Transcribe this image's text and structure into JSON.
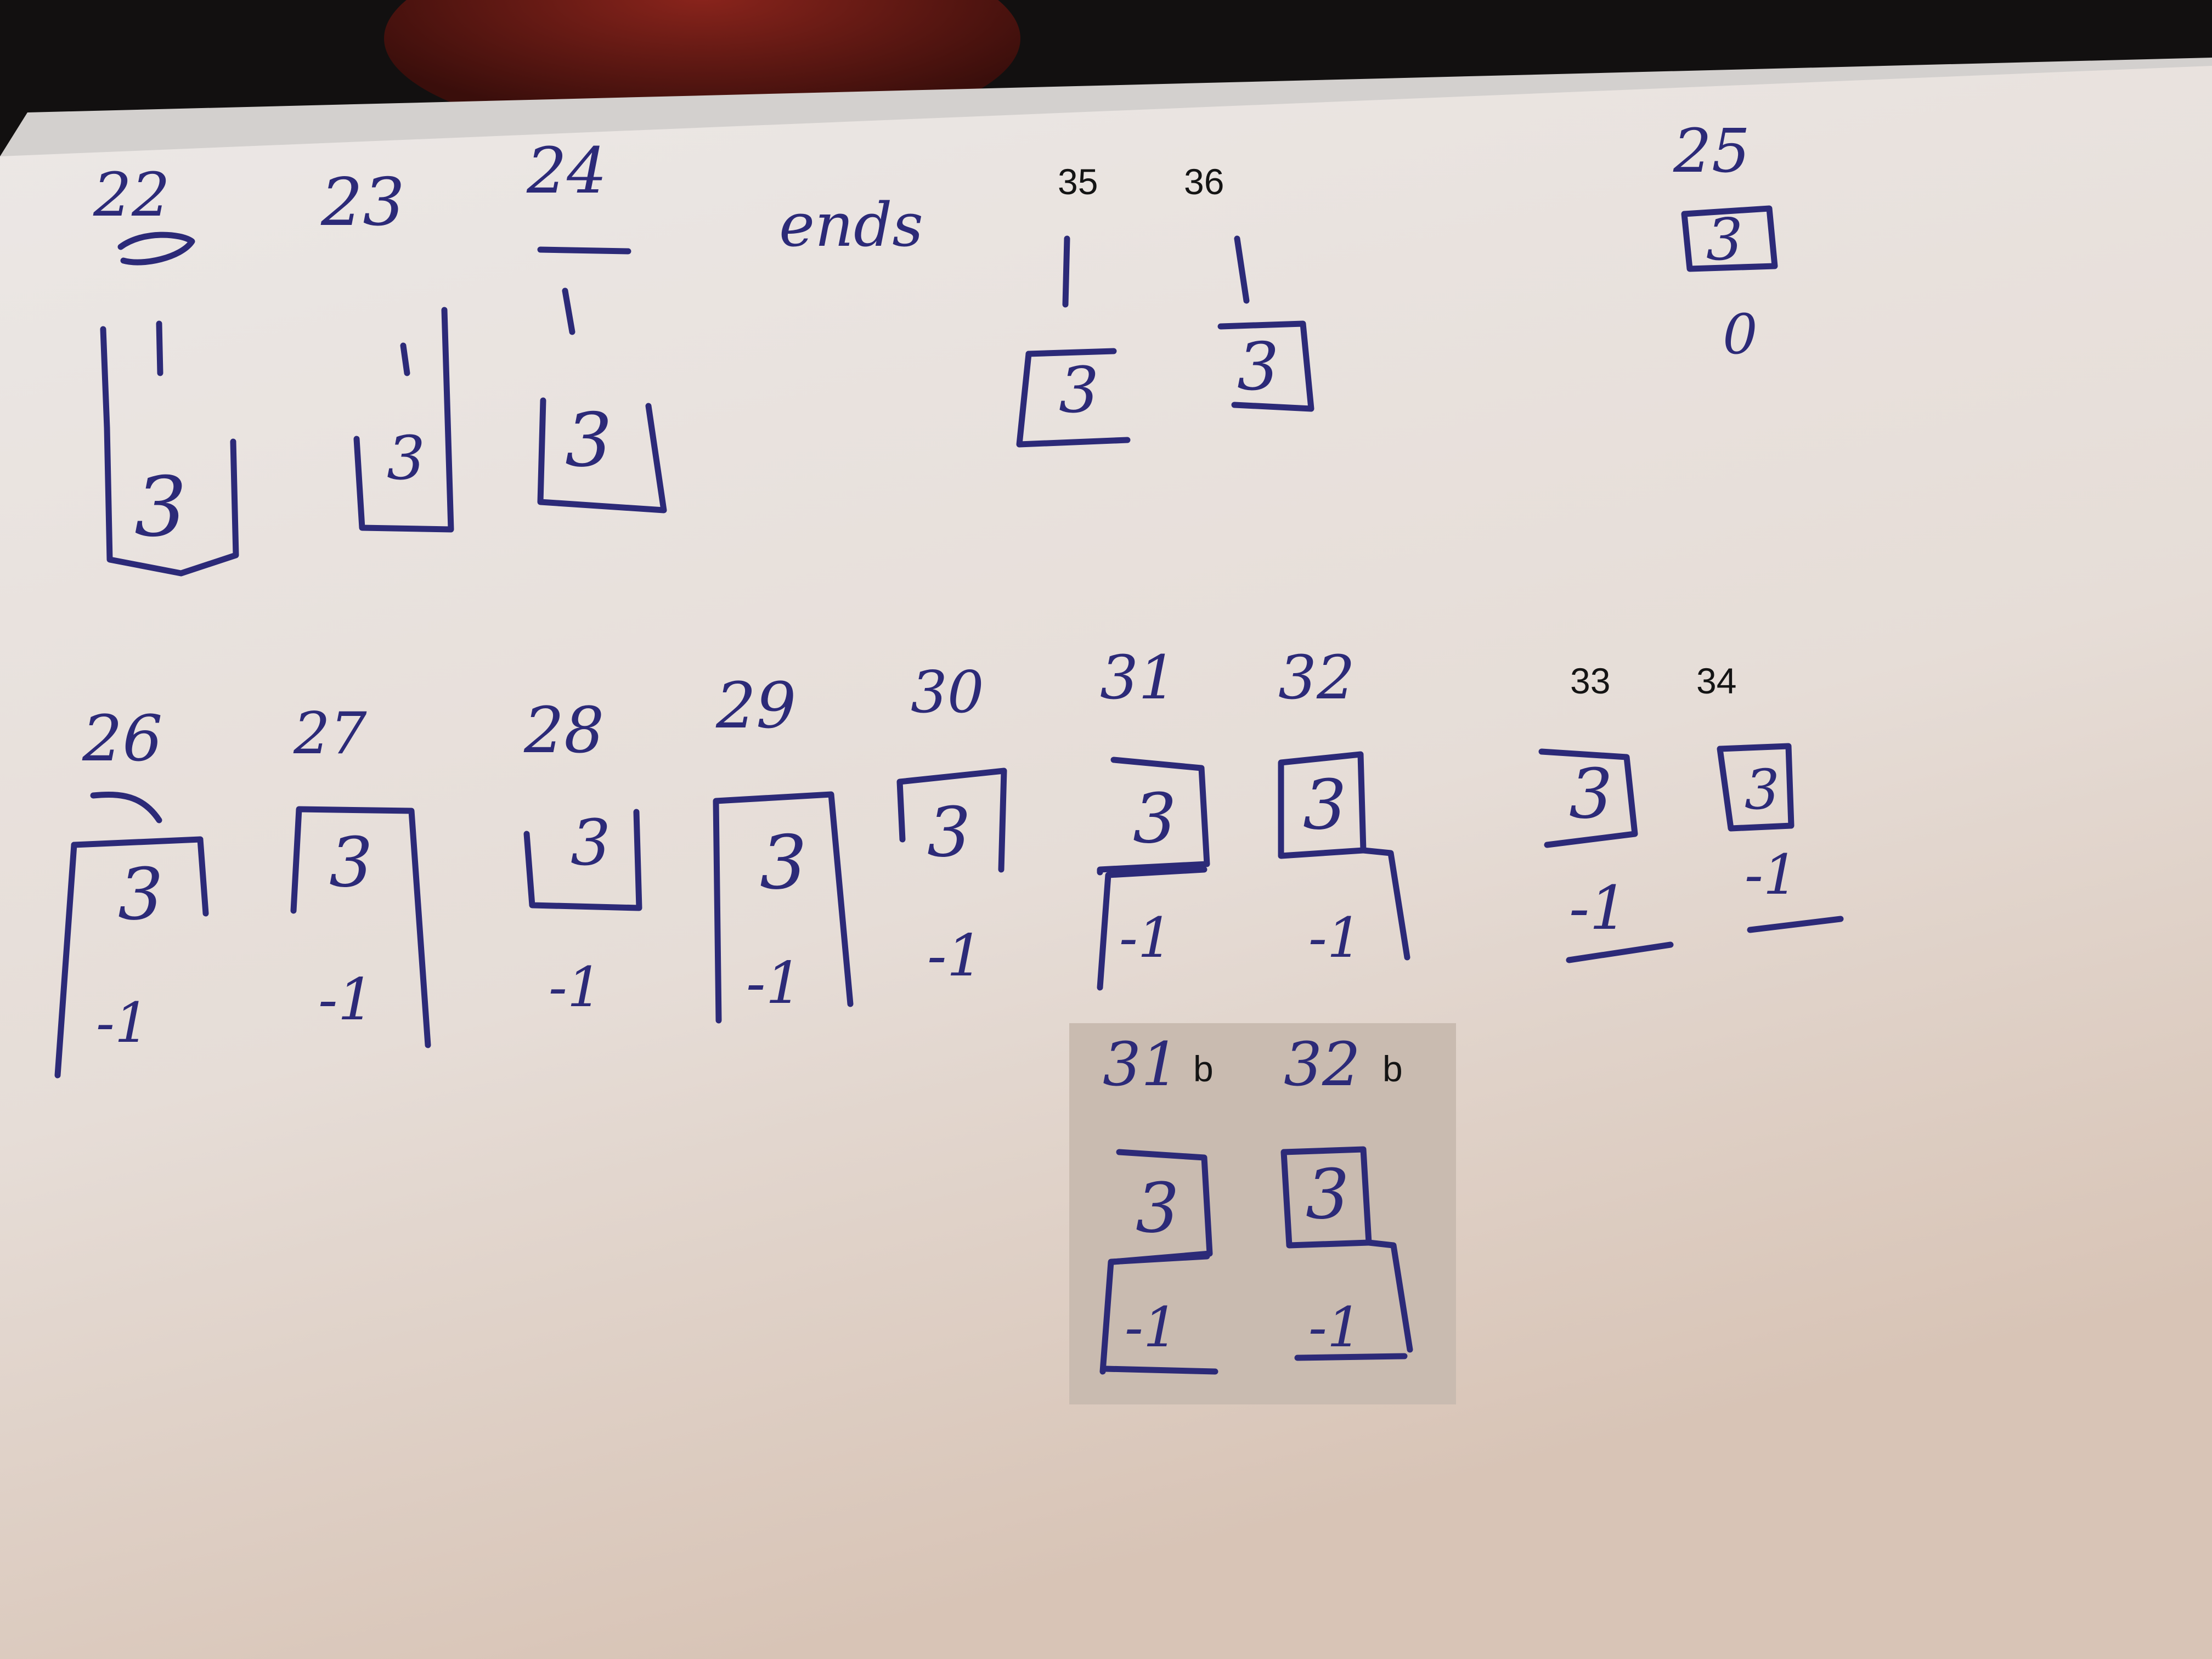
{
  "colors": {
    "ink": "#2c2a78",
    "paper": "#e9e2dd",
    "pasted_panel": "#c9bbb0",
    "background_fabric": "#7a1c17",
    "typed_text": "#141414"
  },
  "top_row": {
    "labels": [
      "22",
      "23",
      "24"
    ],
    "diagram_values": {
      "upper": "1",
      "boxed": "3"
    },
    "ends_label": "ends",
    "typed_labels": [
      "35",
      "36"
    ],
    "item_25": {
      "label": "25",
      "boxed": "3",
      "below": "0"
    }
  },
  "bottom_row": {
    "labels": [
      "26",
      "27",
      "28",
      "29",
      "30",
      "31",
      "32"
    ],
    "typed_labels": [
      "33",
      "34"
    ],
    "diagram_values": {
      "boxed": "3",
      "below": "-1"
    }
  },
  "inset": {
    "labels": [
      {
        "handwritten": "31",
        "typed": "b"
      },
      {
        "handwritten": "32",
        "typed": "b"
      }
    ],
    "diagram_values": {
      "boxed": "3",
      "below": "-1"
    }
  }
}
